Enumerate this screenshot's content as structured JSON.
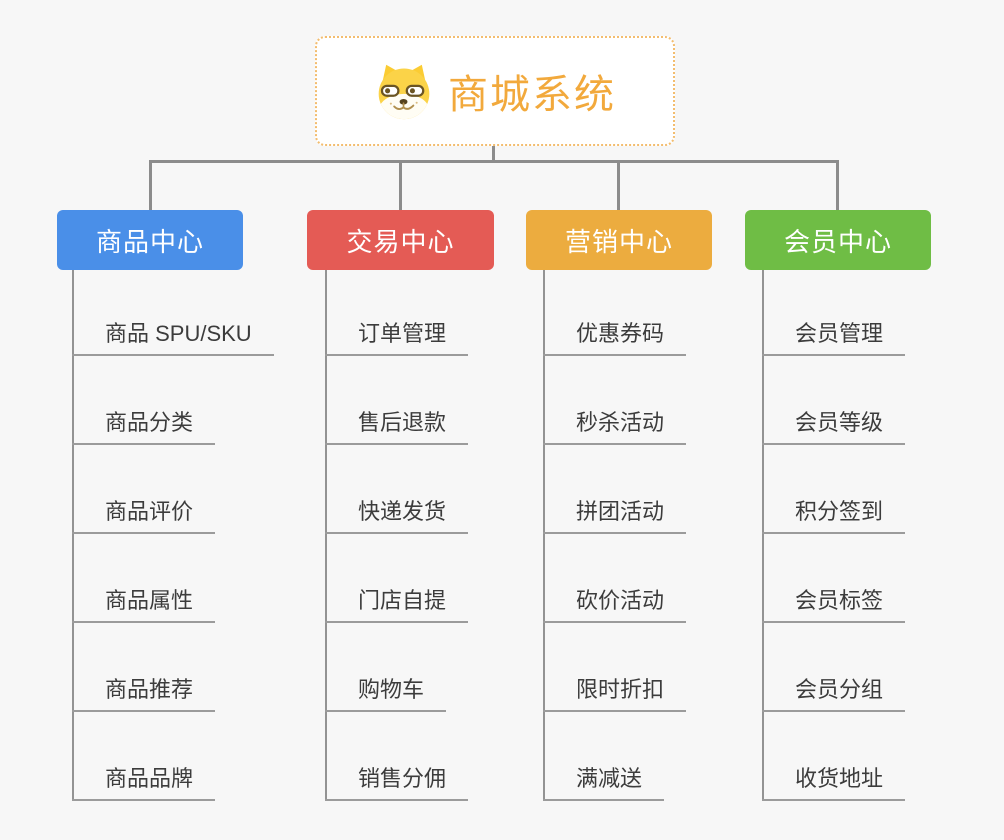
{
  "root": {
    "title": "商城系统",
    "icon": "doge-face-icon",
    "title_color": "#F2A93C",
    "border_color": "#F3BD6F"
  },
  "branches": [
    {
      "label": "商品中心",
      "color": "#4A8FE8",
      "items": [
        "商品 SPU/SKU",
        "商品分类",
        "商品评价",
        "商品属性",
        "商品推荐",
        "商品品牌"
      ]
    },
    {
      "label": "交易中心",
      "color": "#E45B55",
      "items": [
        "订单管理",
        "售后退款",
        "快递发货",
        "门店自提",
        "购物车",
        "销售分佣"
      ]
    },
    {
      "label": "营销中心",
      "color": "#ECAC3F",
      "items": [
        "优惠券码",
        "秒杀活动",
        "拼团活动",
        "砍价活动",
        "限时折扣",
        "满减送"
      ]
    },
    {
      "label": "会员中心",
      "color": "#6FBD45",
      "items": [
        "会员管理",
        "会员等级",
        "积分签到",
        "会员标签",
        "会员分组",
        "收货地址"
      ]
    }
  ],
  "colors": {
    "background": "#F7F7F7",
    "connector": "#8C8C8C",
    "leaf_line": "#9B9B9B",
    "leaf_text": "#3C3C3C"
  }
}
